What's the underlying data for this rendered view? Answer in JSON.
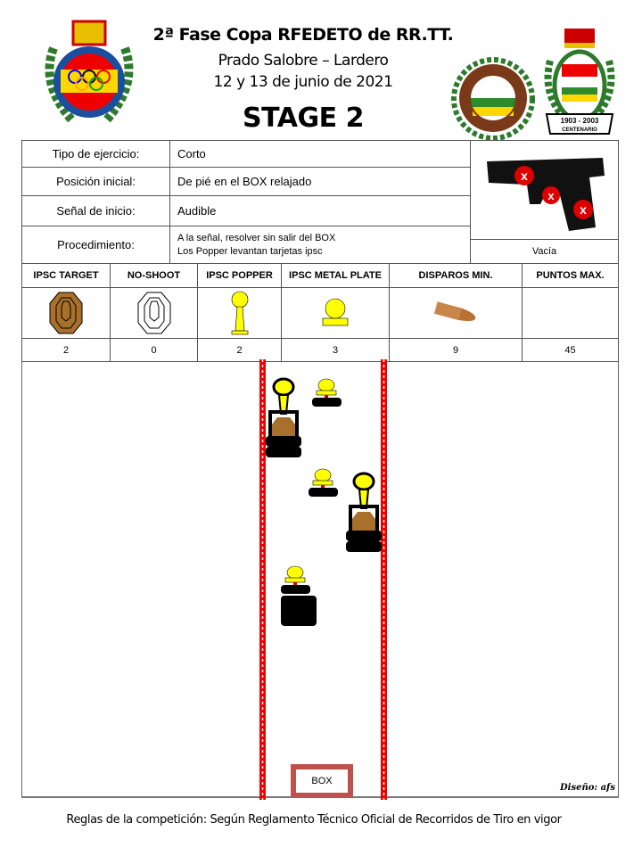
{
  "header": {
    "title": "2ª Fase Copa RFEDETO de RR.TT.",
    "venue": "Prado Salobre – Lardero",
    "dates": "12 y 13 de junio de 2021",
    "stage": "STAGE 2"
  },
  "logos": {
    "left": "Real Federación Española de Tiro Olímpico",
    "middle": "Club de Tiro Rioja Alta",
    "right": "Federación Riojana de Tiro Olímpico 1903 - 2003 Centenario"
  },
  "info": [
    {
      "label": "Tipo de ejercicio:",
      "value": "Corto"
    },
    {
      "label": "Posición inicial:",
      "value": "De pié en el BOX relajado"
    },
    {
      "label": "Señal de inicio:",
      "value": "Audible"
    },
    {
      "label": "Procedimiento:",
      "value": "A la señal, resolver sin salir del BOX",
      "value2": "Los Popper levantan tarjetas ipsc"
    }
  ],
  "weapon": {
    "state": "Vacía",
    "icon": "pistol-unloaded-icon"
  },
  "targets": {
    "headers": [
      "IPSC TARGET",
      "NO-SHOOT",
      "IPSC POPPER",
      "IPSC METAL PLATE",
      "DISPAROS MIN.",
      "PUNTOS MAX."
    ],
    "values": [
      "2",
      "0",
      "2",
      "3",
      "9",
      "45"
    ]
  },
  "stage": {
    "box_label": "BOX",
    "designer": "Diseño: afs"
  },
  "footer": "Reglas de la competición: Según Reglamento Técnico Oficial de Recorridos de Tiro en vigor",
  "colors": {
    "rope": "#e00000",
    "box": "#c0504d",
    "target": "#a8702a",
    "steel": "#ffff00"
  }
}
